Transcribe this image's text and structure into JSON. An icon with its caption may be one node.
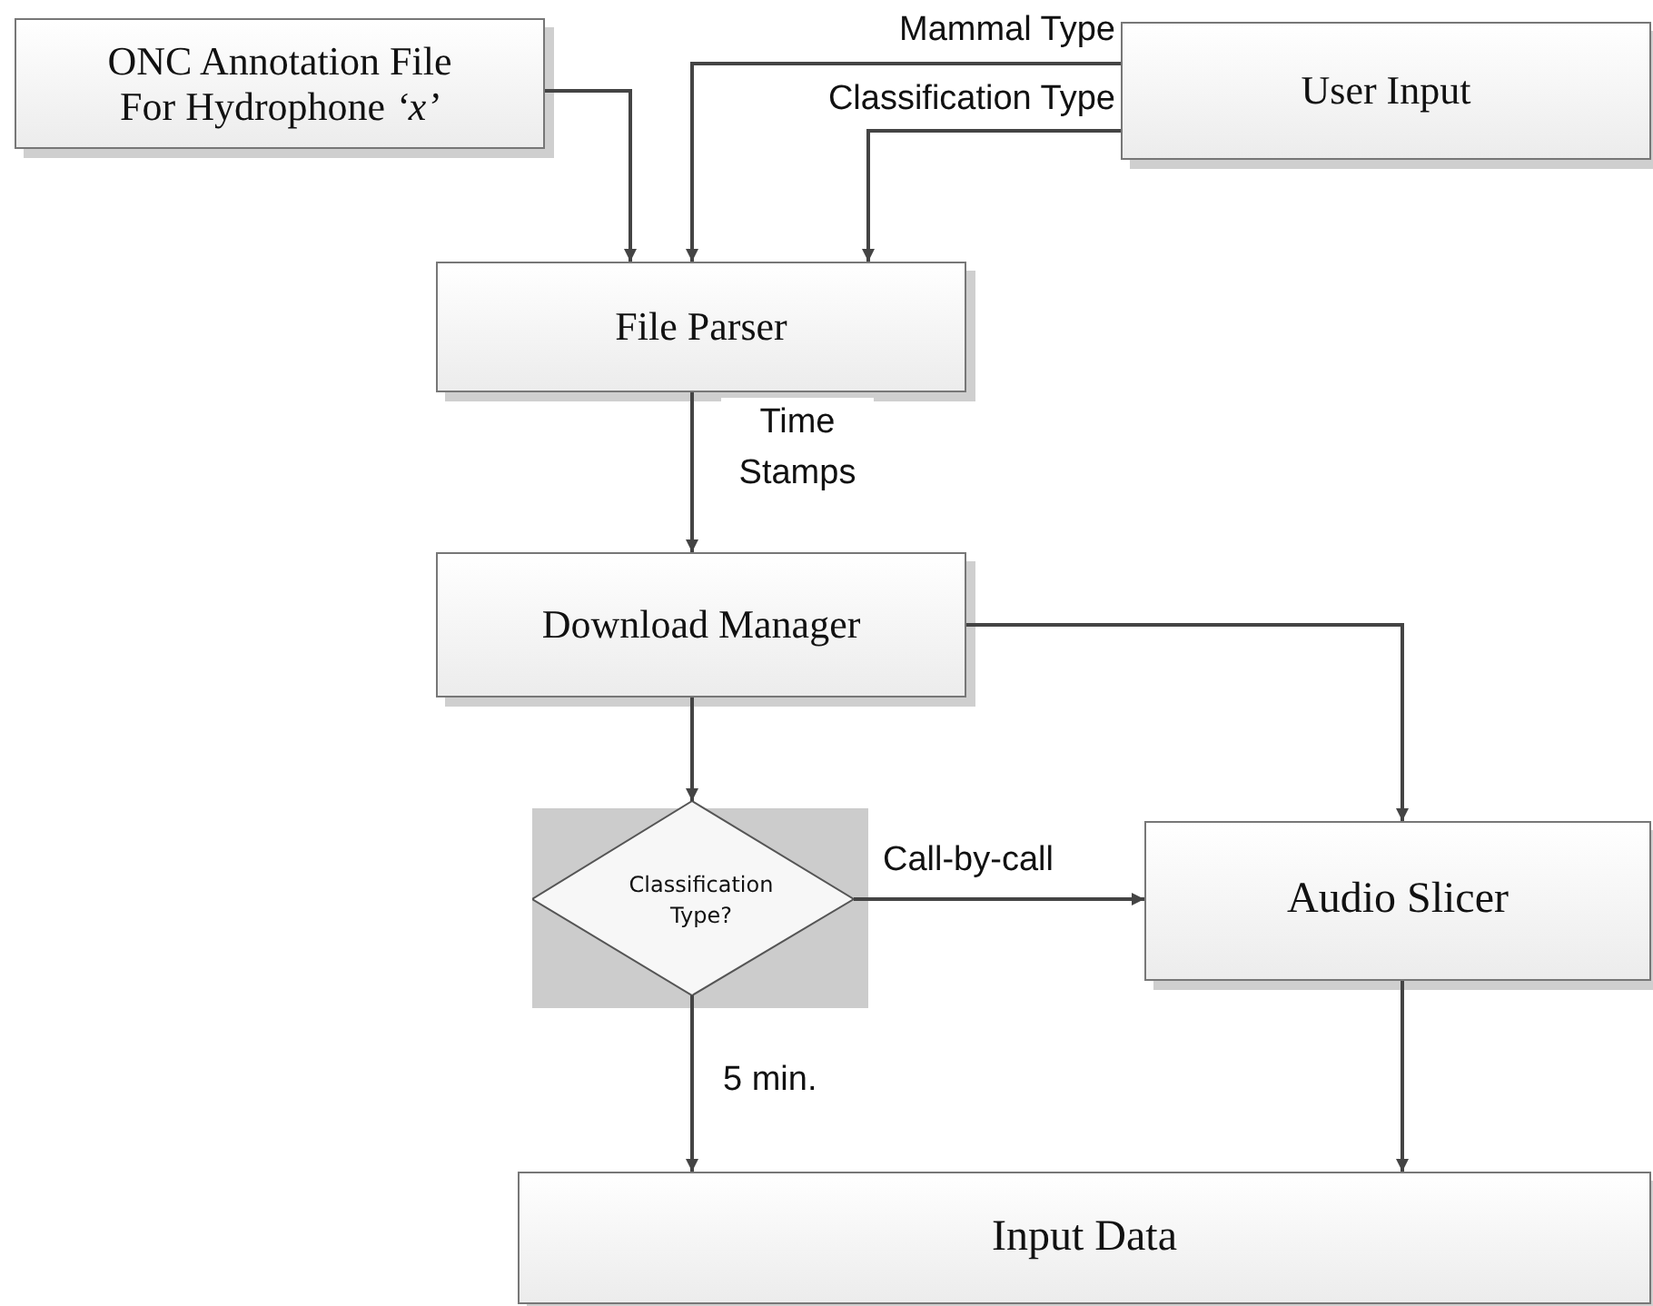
{
  "diagram": {
    "nodes": [
      {
        "text": [
          "ONC Annotation File For Hydrophone *‘x’*"
        ]
      },
      {
        "text": [
          "User Input"
        ]
      },
      {
        "text": [
          "File Parser"
        ]
      },
      {
        "text": [
          "Download Manager"
        ]
      },
      {
        "text": [
          "Classification Type?"
        ]
      },
      {
        "text": [
          "Audio Slicer"
        ]
      },
      {
        "text": [
          "Input Data"
        ]
      }
    ],
    "edges": [
      {
        "from": 0,
        "to": 2,
        "arrow": "to"
      },
      {
        "from": 1,
        "to": 2,
        "arrow": "to",
        "label": "Mammal Type"
      },
      {
        "from": 1,
        "to": 2,
        "arrow": "to",
        "label": "Classification Type"
      },
      {
        "from": 2,
        "to": 3,
        "arrow": "to",
        "label": "Time Stamps"
      },
      {
        "from": 3,
        "to": 5,
        "arrow": "to"
      },
      {
        "from": 3,
        "to": 4,
        "arrow": "to"
      },
      {
        "from": 4,
        "to": 5,
        "arrow": "to",
        "label": "Call-by-call"
      },
      {
        "from": 4,
        "to": 6,
        "arrow": "to",
        "label": "5 min."
      },
      {
        "from": 5,
        "to": 6,
        "arrow": "to"
      }
    ]
  }
}
